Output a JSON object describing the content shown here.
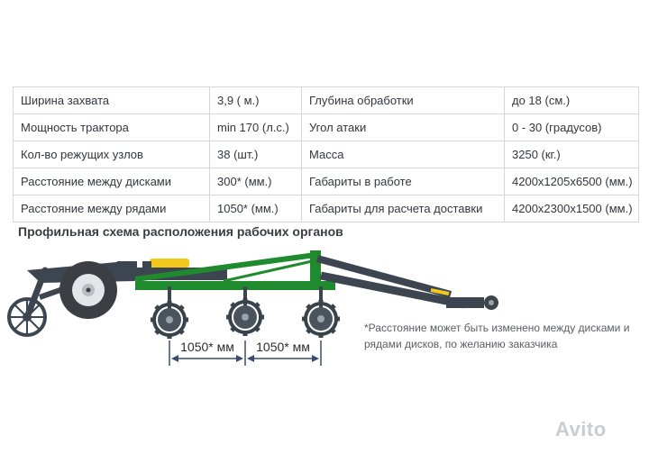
{
  "specs": {
    "rows": [
      [
        "Ширина захвата",
        "3,9 ( м.)",
        "Глубина обработки",
        "до 18 (см.)"
      ],
      [
        "Мощность трактора",
        "min 170 (л.с.)",
        "Угол атаки",
        "0 - 30 (градусов)"
      ],
      [
        "Кол-во режущих узлов",
        "38 (шт.)",
        "Масса",
        "3250 (кг.)"
      ],
      [
        "Расстояние между дисками",
        "300* (мм.)",
        "Габариты в работе",
        "4200x1205x6500 (мм.)"
      ],
      [
        "Расстояние между рядами",
        "1050* (мм.)",
        "Габариты для расчета доставки",
        "4200x2300x1500 (мм.)"
      ]
    ]
  },
  "diagram": {
    "heading": "Профильная схема расположения рабочих органов",
    "dimension_1": "1050* мм",
    "dimension_2": "1050* мм",
    "note": "*Расстояние может быть изменено между дисками и рядами дисков, по желанию заказчика",
    "colors": {
      "frame": "#3d4650",
      "beam": "#1f8a2e",
      "hydraulic": "#f2c81b",
      "disc": "#3a434c"
    }
  },
  "watermark": "Avito"
}
